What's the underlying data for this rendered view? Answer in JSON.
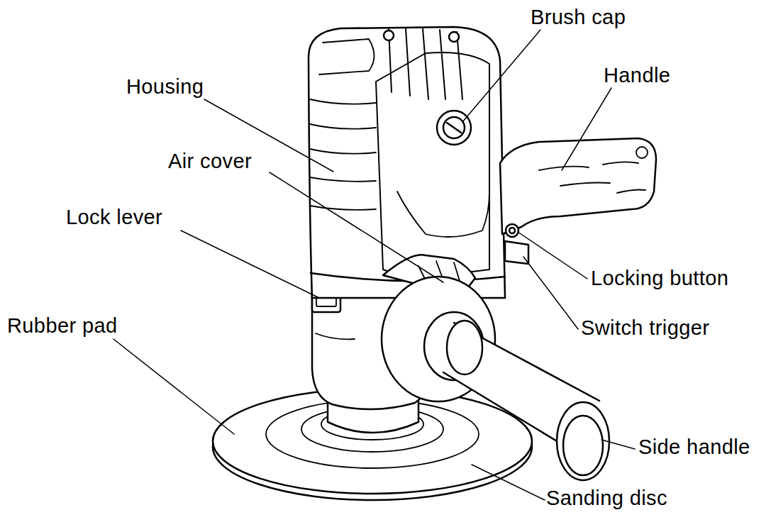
{
  "diagram": {
    "labels": [
      "Brush cap",
      "Handle",
      "Housing",
      "Air cover",
      "Lock lever",
      "Locking button",
      "Rubber pad",
      "Switch trigger",
      "Side handle",
      "Sanding disc"
    ]
  }
}
